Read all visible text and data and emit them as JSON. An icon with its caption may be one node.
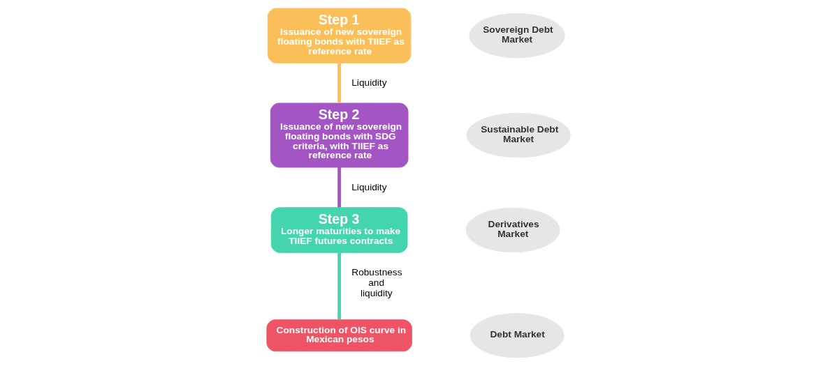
{
  "diagram": {
    "nodes": [
      {
        "text": [
          "Step 1",
          "Issuance of new sovereign floating bonds with TIIEF as reference rate"
        ]
      },
      {
        "text": [
          "Sovereign Debt Market"
        ]
      },
      {
        "text": [
          "Step 2",
          "Issuance of new sovereign floating bonds with SDG criteria, with TIIEF as reference rate"
        ]
      },
      {
        "text": [
          "Sustainable Debt Market"
        ]
      },
      {
        "text": [
          "Step 3",
          "Longer maturities to make TIIEF futures contracts"
        ]
      },
      {
        "text": [
          "Derivatives Market"
        ]
      },
      {
        "text": [
          "Construction of OIS curve in Mexican pesos"
        ]
      },
      {
        "text": [
          "Debt Market"
        ]
      }
    ],
    "edges": [
      {
        "from": 0,
        "to": 2,
        "arrow": "none",
        "label": "Liquidity",
        "color": "#fbbf5a"
      },
      {
        "from": 2,
        "to": 4,
        "arrow": "none",
        "label": "Liquidity",
        "color": "#a455c4"
      },
      {
        "from": 4,
        "to": 6,
        "arrow": "none",
        "label": "Robustness and liquidity",
        "color": "#44d4ae"
      }
    ]
  }
}
